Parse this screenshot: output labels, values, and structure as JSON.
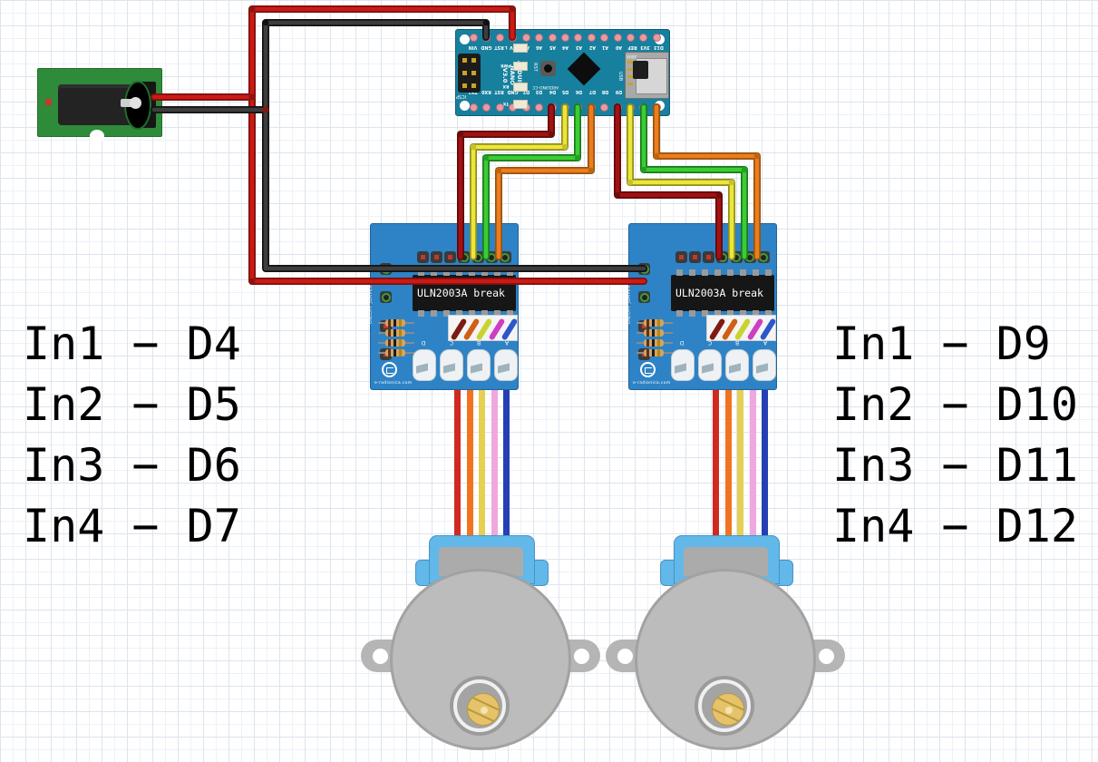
{
  "big_labels": {
    "left": [
      "In1 − D4",
      "In2 − D5",
      "In3 − D6",
      "In4 − D7"
    ],
    "right": [
      "In1 − D9",
      "In2 − D10",
      "In3 − D11",
      "In4 − D12"
    ]
  },
  "arduino": {
    "title": "ARDUINO\nNANO\nV3.0",
    "brand_label": "ARDUINO-CC",
    "icsp_label": "ICSP",
    "usb_label": "USB",
    "year_label": "2004",
    "rst_label": "RST",
    "led_labels": [
      "L",
      "PWR",
      "RX",
      "TX"
    ],
    "pins_top": [
      "VIN",
      "GND",
      "RST",
      "5V",
      "A7",
      "A6",
      "A5",
      "A4",
      "A3",
      "A2",
      "A1",
      "A0",
      "REF",
      "3V3",
      "D13"
    ],
    "pins_bottom": [
      "TX1",
      "RX0",
      "RST",
      "GND",
      "D2",
      "D3",
      "D4",
      "D5",
      "D6",
      "D7",
      "D8",
      "D9",
      "D10",
      "D11",
      "D12"
    ]
  },
  "driver_board": {
    "chip_label": "ULN2003A break",
    "jumper_label": "ON/OFF JUMPER",
    "website": "e-radionica.com",
    "led_labels": [
      "D",
      "C",
      "B",
      "A"
    ]
  },
  "motor_ribbon_colors": [
    "red",
    "orange",
    "yellow",
    "pink",
    "blue"
  ],
  "wire_colors": {
    "power_positive": "#cc1a14",
    "power_ground": "#3d3d3d",
    "signal_red": "#a31113",
    "signal_yellow": "#ece63a",
    "signal_green": "#3ccc35",
    "signal_orange": "#ec7d1e"
  },
  "wiring": {
    "power": [
      {
        "wire": "red",
        "from": "dc-jack positive",
        "to": "nano 5V and both driver boards"
      },
      {
        "wire": "black",
        "from": "dc-jack ground",
        "to": "nano GND and both driver boards"
      }
    ],
    "left_driver": [
      {
        "wire": "red",
        "from": "D4",
        "to": "left driver In1"
      },
      {
        "wire": "yellow",
        "from": "D5",
        "to": "left driver In2"
      },
      {
        "wire": "green",
        "from": "D6",
        "to": "left driver In3"
      },
      {
        "wire": "orange",
        "from": "D7",
        "to": "left driver In4"
      }
    ],
    "right_driver": [
      {
        "wire": "red",
        "from": "D9",
        "to": "right driver In1"
      },
      {
        "wire": "yellow",
        "from": "D10",
        "to": "right driver In2"
      },
      {
        "wire": "green",
        "from": "D11",
        "to": "right driver In3"
      },
      {
        "wire": "orange",
        "from": "D12",
        "to": "right driver In4"
      }
    ]
  }
}
